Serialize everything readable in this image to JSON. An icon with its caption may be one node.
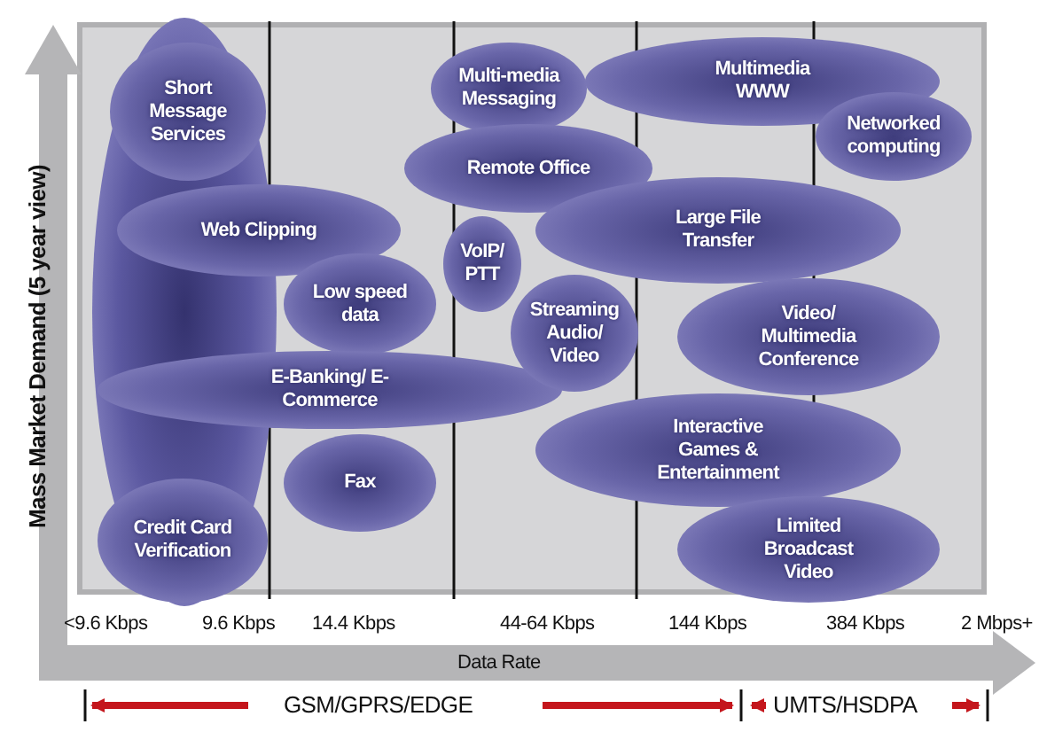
{
  "diagram": {
    "nodes": [
      {
        "text": [
          "Short Message Services"
        ]
      },
      {
        "text": [
          "Web Clipping"
        ]
      },
      {
        "text": [
          "Low speed data"
        ]
      },
      {
        "text": [
          "E-Banking/ E-Commerce"
        ]
      },
      {
        "text": [
          "Fax"
        ]
      },
      {
        "text": [
          "Credit Card Verification"
        ]
      },
      {
        "text": [
          "Multi-media Messaging"
        ]
      },
      {
        "text": [
          "Remote Office"
        ]
      },
      {
        "text": [
          "VoIP/ PTT"
        ]
      },
      {
        "text": [
          "Multimedia WWW"
        ]
      },
      {
        "text": [
          "Networked computing"
        ]
      },
      {
        "text": [
          "Large File Transfer"
        ]
      },
      {
        "text": [
          "Streaming Audio/ Video"
        ]
      },
      {
        "text": [
          "Video/ Multimedia Conference"
        ]
      },
      {
        "text": [
          "Interactive Games & Entertainment"
        ]
      },
      {
        "text": [
          "Limited Broadcast Video"
        ]
      }
    ],
    "labels": [
      "Mass Market Demand (5 year view)",
      "<9.6 Kbps",
      "9.6 Kbps",
      "14.4 Kbps",
      "44-64 Kbps",
      "144 Kbps",
      "384 Kbps",
      "2 Mbps+",
      "Data Rate",
      "GSM/GPRS/EDGE",
      "UMTS/HSDPA"
    ]
  }
}
